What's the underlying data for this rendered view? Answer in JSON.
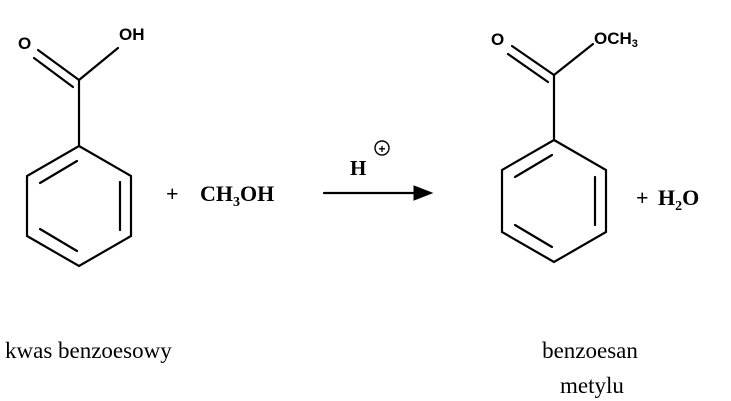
{
  "reactant": {
    "carbonyl_o": "O",
    "hydroxyl": "OH",
    "name": "kwas benzoesowy"
  },
  "reagent": {
    "plus": "+",
    "base": "CH",
    "sub": "3",
    "tail": "OH"
  },
  "arrow": {
    "catalyst": "H",
    "charge": "+"
  },
  "product": {
    "carbonyl_o": "O",
    "methoxy_base": "OCH",
    "methoxy_sub": "3",
    "name_line1": "benzoesan",
    "name_line2": "metylu"
  },
  "byproduct": {
    "plus": "+",
    "base": "H",
    "sub": "2",
    "tail": "O"
  }
}
